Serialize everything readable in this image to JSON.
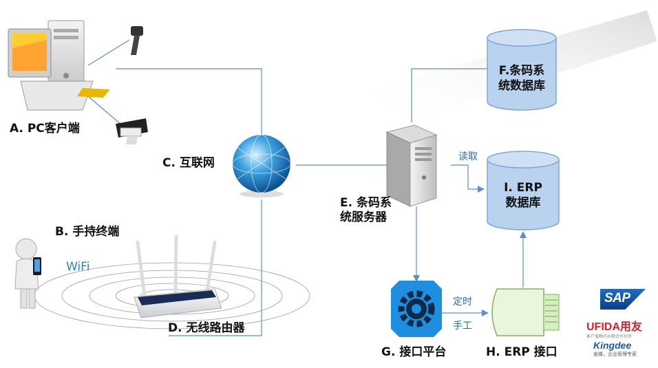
{
  "nodes": {
    "pc_client": "A. PC客户端",
    "handheld": "B. 手持终端",
    "internet": "C. 互联网",
    "router": "D. 无线路由器",
    "server": "E. 条码系\n统服务器",
    "barcode_db": "F.条码系\n统数据库",
    "interface_platform": "G. 接口平台",
    "erp_interface": "H. ERP 接口",
    "erp_db": "I. ERP\n数据库"
  },
  "edge_labels": {
    "read": "读取",
    "scheduled": "定时",
    "manual": "手工",
    "wifi": "WiFi"
  },
  "logos": {
    "sap": "SAP",
    "ufida": "UFIDA用友",
    "ufida_sub": "客户值赖的长期合作伙伴",
    "kingdee": "Kingdee",
    "kingdee_sub": "金蝶，企业管理专家"
  },
  "colors": {
    "line": "#5b8fc9",
    "db_fill": "#b9d2ee",
    "db_stroke": "#7ea6d6",
    "erp_iface_fill": "#e9f6dc",
    "erp_iface_stroke": "#7fb05e",
    "gear_bg": "#1e8fe0",
    "label_blue": "#1f6fb5"
  }
}
